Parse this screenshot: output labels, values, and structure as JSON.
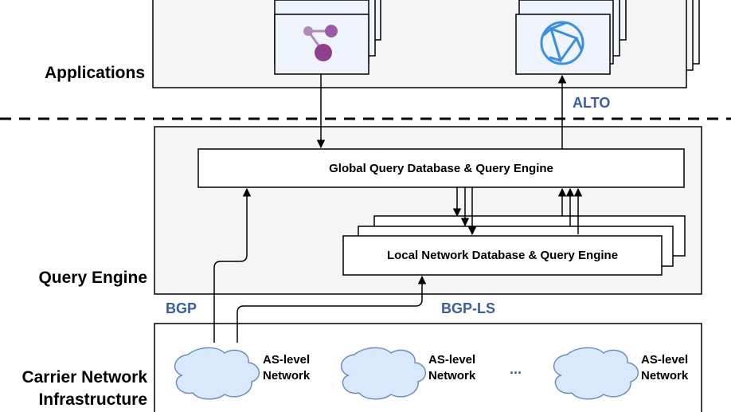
{
  "layers": {
    "applications": "Applications",
    "query_engine": "Query Engine",
    "carrier_line1": "Carrier Network",
    "carrier_line2": "Infrastructure"
  },
  "protocols": {
    "alto": "ALTO",
    "bgp": "BGP",
    "bgp_ls": "BGP-LS"
  },
  "boxes": {
    "global": "Global Query Database & Query Engine",
    "local": "Local Network Database & Query Engine"
  },
  "networks": [
    {
      "line1": "AS-level",
      "line2": "Network"
    },
    {
      "line1": "AS-level",
      "line2": "Network"
    },
    {
      "line1": "AS-level",
      "line2": "Network"
    }
  ],
  "ellipsis": "...",
  "colors": {
    "protocol_text": "#3b5ba5",
    "cloud_fill": "#dae8fc",
    "cloud_stroke": "#6c8ebf",
    "app_icon_purple": "#9b59a8",
    "app_icon_blue": "#3a8fe0",
    "app_card_fill": "#eef3fc",
    "panel_fill": "#f5f5f5"
  },
  "icons": {
    "left_app": "graph-nodes-icon",
    "right_app": "network-globe-icon"
  }
}
